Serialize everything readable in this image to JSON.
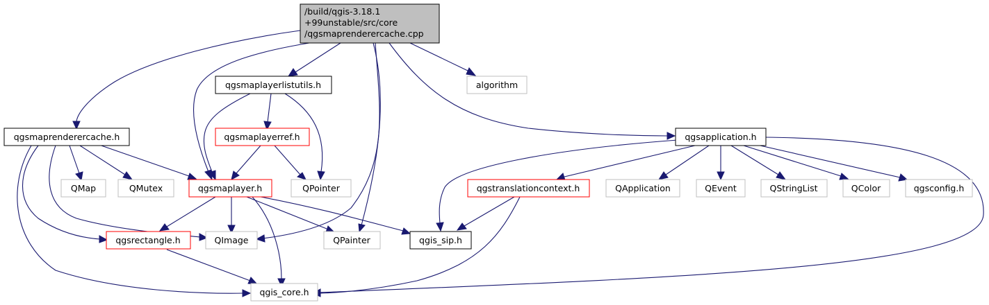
{
  "graph": {
    "root": {
      "lines": [
        "/build/qgis-3.18.1",
        "+99unstable/src/core",
        "/qgsmaprenderercache.cpp"
      ]
    },
    "nodes": {
      "qgsmaplayerlistutils_h": "qgsmaplayerlistutils.h",
      "algorithm": "algorithm",
      "qgsmaprenderercache_h": "qgsmaprenderercache.h",
      "qgsmaplayerref_h": "qgsmaplayerref.h",
      "qgsapplication_h": "qgsapplication.h",
      "qmap": "QMap",
      "qmutex": "QMutex",
      "qgsmaplayer_h": "qgsmaplayer.h",
      "qpointer": "QPointer",
      "qgstranslationcontext_h": "qgstranslationcontext.h",
      "qapplication": "QApplication",
      "qevent": "QEvent",
      "qstringlist": "QStringList",
      "qcolor": "QColor",
      "qgsconfig_h": "qgsconfig.h",
      "qgsrectangle_h": "qgsrectangle.h",
      "qimage": "QImage",
      "qpainter": "QPainter",
      "qgis_sip_h": "qgis_sip.h",
      "qgis_core_h": "qgis_core.h"
    },
    "colors": {
      "edge": "#191970",
      "root_fill": "#bfbfbf",
      "documented_border": "#000000",
      "incomplete_border": "#ff0000",
      "external_border": "#bfbfbf"
    }
  }
}
